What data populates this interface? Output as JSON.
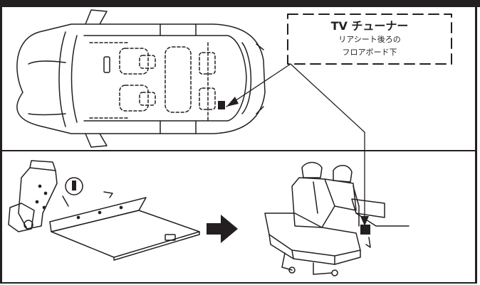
{
  "callout": {
    "title": "TV チューナー",
    "line1": "リアシート後ろの",
    "line2": "フロアボード下"
  },
  "colors": {
    "ink": "#231f20",
    "paper": "#ffffff"
  },
  "icons": [
    "car-top-view-illustration",
    "rear-seat-folded-illustration",
    "rear-seat-upright-illustration",
    "right-arrow-icon"
  ]
}
